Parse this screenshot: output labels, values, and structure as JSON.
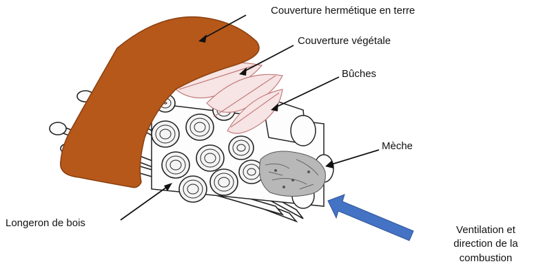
{
  "labels": {
    "cover": "Couverture hermétique en terre",
    "vegetal": "Couverture végétale",
    "logs": "Bûches",
    "wick": "Mèche",
    "beam": "Longeron de bois",
    "ventilation": [
      "Ventilation et",
      "direction de la",
      "combustion"
    ]
  },
  "colors": {
    "earth": "#b5581a",
    "arrow": "#4472c4",
    "ink": "#111111",
    "fern": "#d8a0a0"
  }
}
